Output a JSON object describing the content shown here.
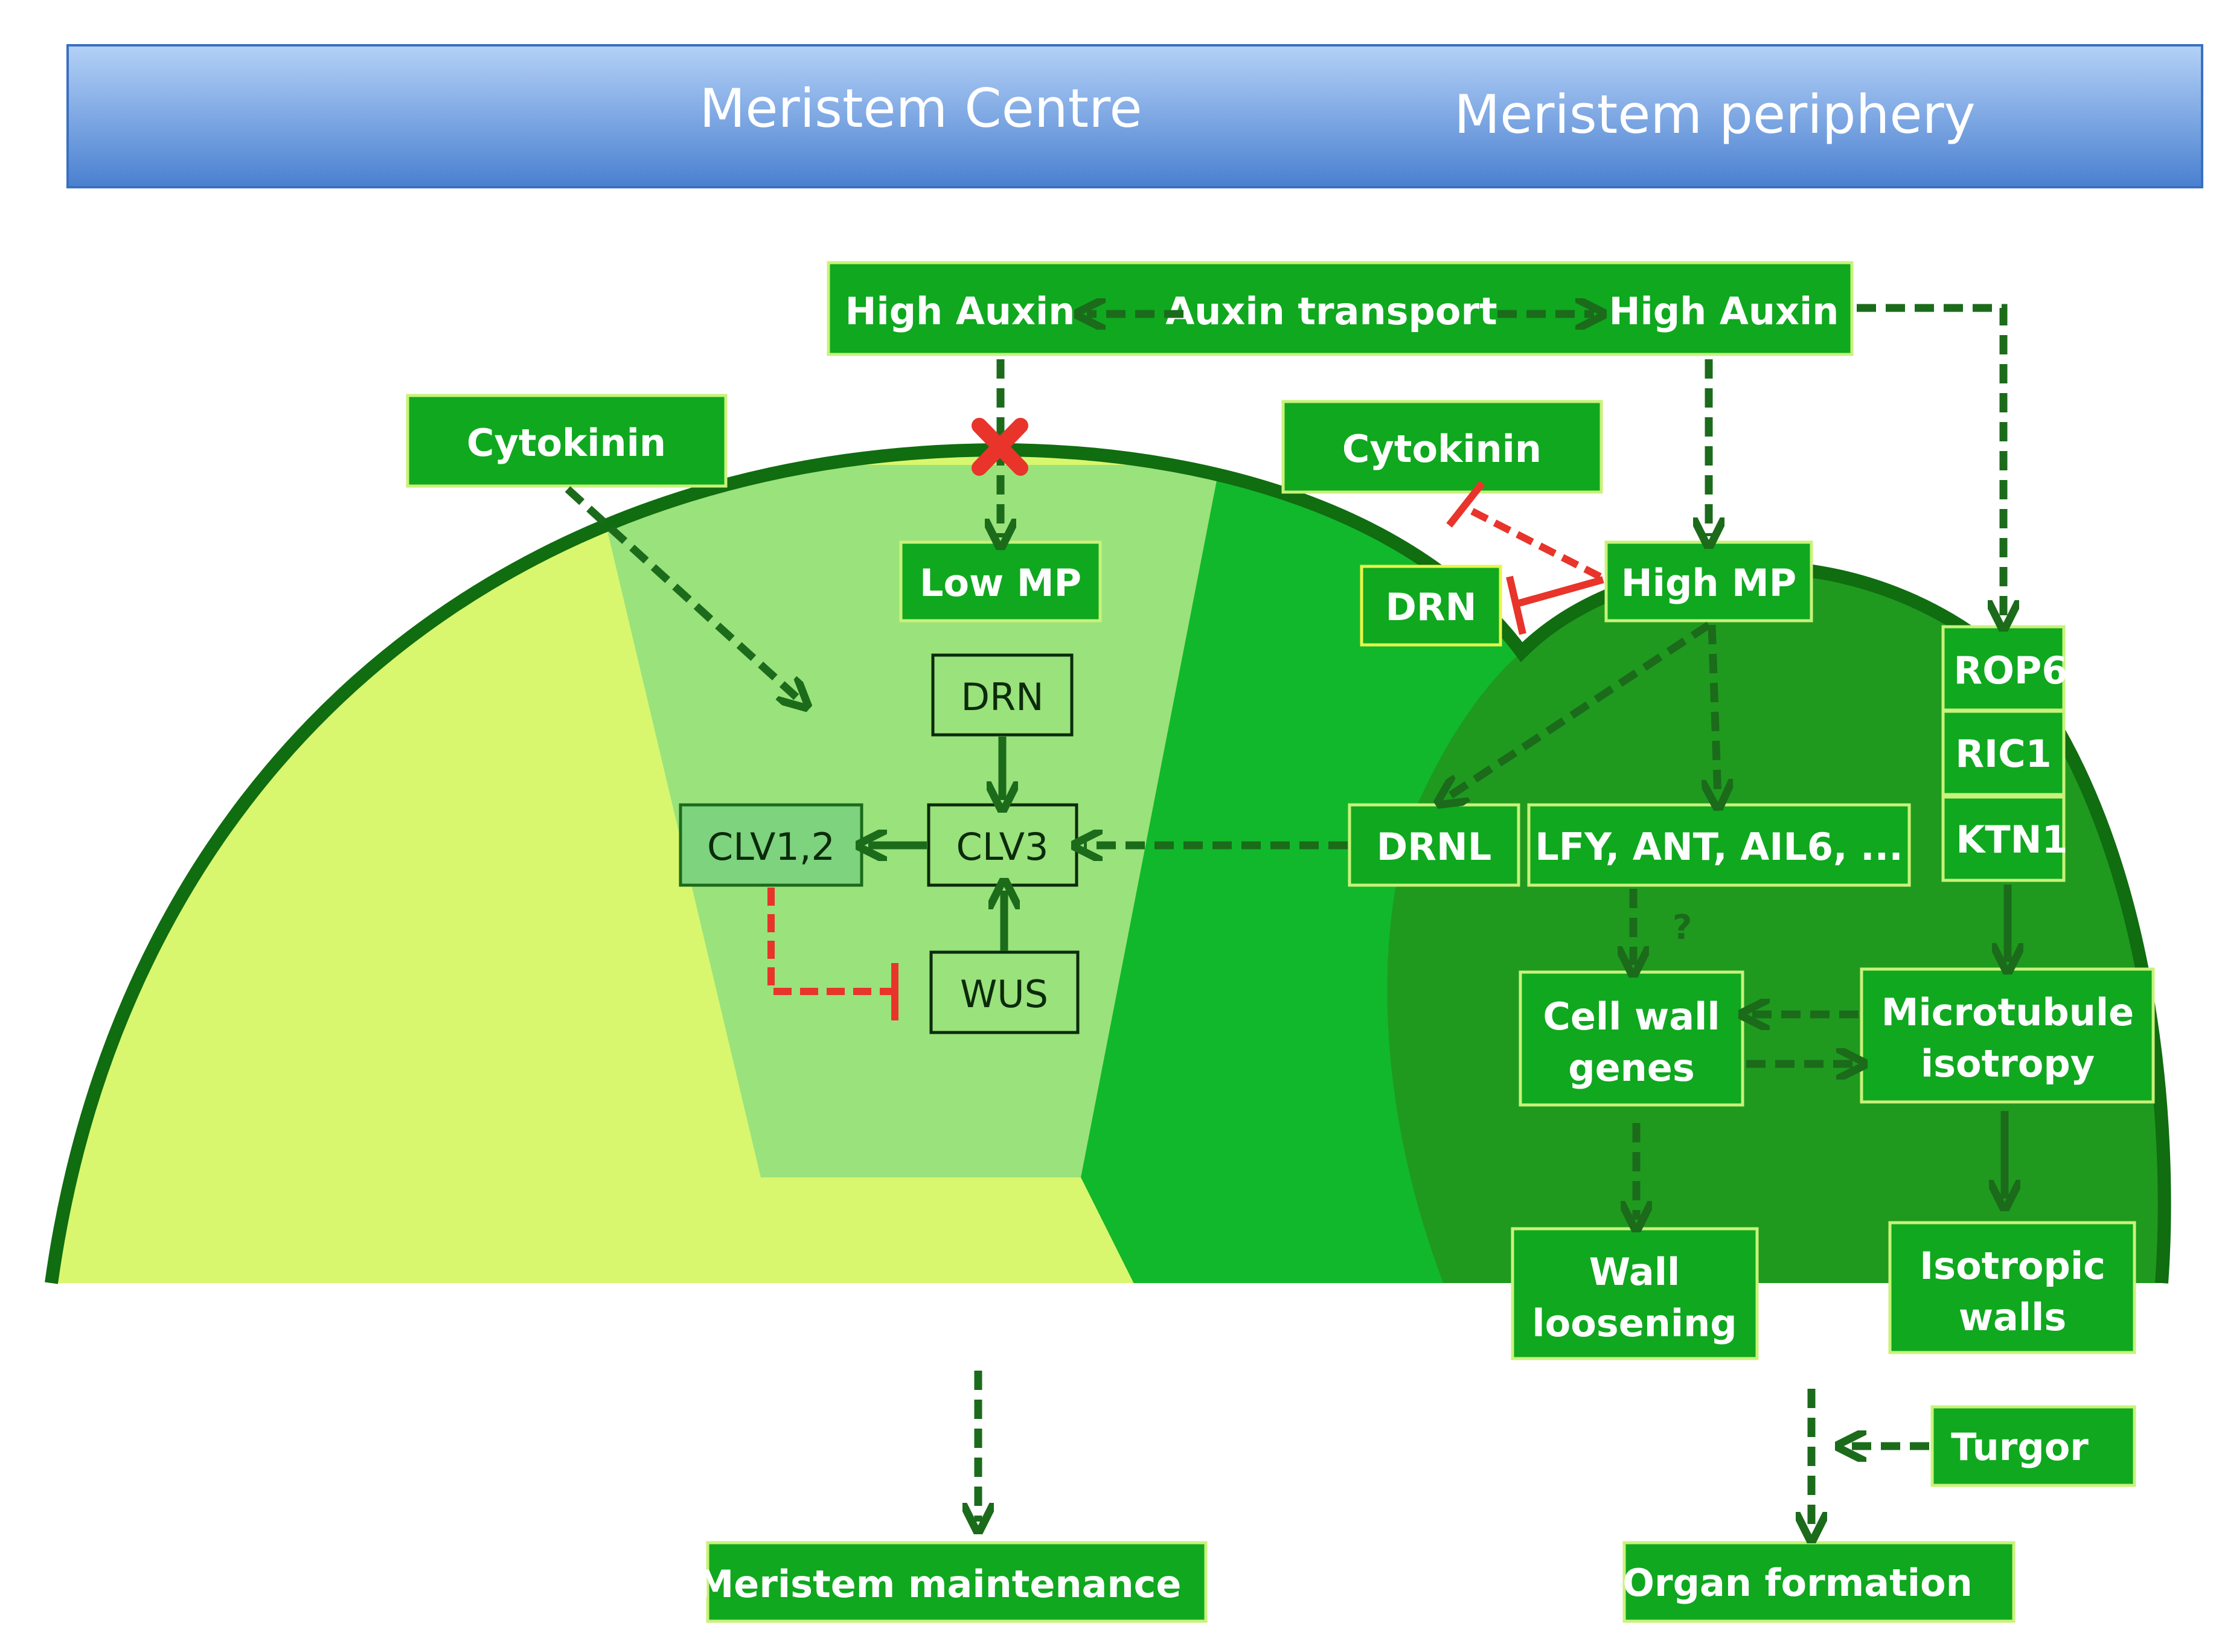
{
  "header": {
    "centre_label": "Meristem Centre",
    "periphery_label": "Meristem periphery"
  },
  "nodes": {
    "high_auxin_left": "High Auxin",
    "auxin_transport": "Auxin transport",
    "high_auxin_right": "High Auxin",
    "cytokinin_left": "Cytokinin",
    "cytokinin_right": "Cytokinin",
    "low_mp": "Low MP",
    "high_mp": "High MP",
    "drn_periphery": "DRN",
    "drn_centre": "DRN",
    "clv12": "CLV1,2",
    "clv3": "CLV3",
    "wus": "WUS",
    "drnl": "DRNL",
    "lfy_ant": "LFY, ANT, AIL6,  ...",
    "rop6": "ROP6",
    "ric1": "RIC1",
    "ktn1": "KTN1",
    "cell_wall_genes_1": "Cell wall",
    "cell_wall_genes_2": "genes",
    "microtubule_1": "Microtubule",
    "microtubule_2": "isotropy",
    "wall_loosening_1": "Wall",
    "wall_loosening_2": "loosening",
    "isotropic_walls_1": "Isotropic",
    "isotropic_walls_2": "walls",
    "turgor": "Turgor",
    "meristem_maintenance": "Meristem maintenance",
    "organ_formation": "Organ formation",
    "question_mark": "?"
  },
  "colors": {
    "banner_top": "#a9c8f2",
    "banner_bottom": "#4d86d4",
    "box_green": "#0fa81f",
    "box_border": "#c9f27a",
    "arrow_green": "#1b6b1b",
    "inhibit_red": "#e8342a",
    "zone_yellow": "#d8f76e",
    "zone_light_green": "#9ae27c",
    "zone_green": "#11b82b",
    "zone_dark_green": "#1f9a1f",
    "outline_dark": "#106d10"
  }
}
